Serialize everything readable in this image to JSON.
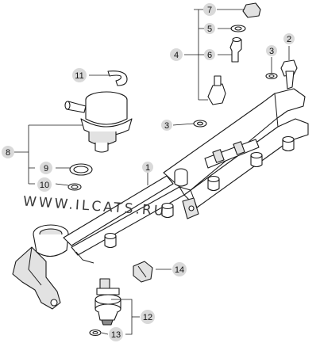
{
  "watermark": "WWW.ILCATS.RU",
  "callouts": {
    "c1": "1",
    "c2": "2",
    "c3a": "3",
    "c3b": "3",
    "c4": "4",
    "c5": "5",
    "c6": "6",
    "c7": "7",
    "c8": "8",
    "c9": "9",
    "c10": "10",
    "c11": "11",
    "c12": "12",
    "c13": "13",
    "c14": "14"
  }
}
